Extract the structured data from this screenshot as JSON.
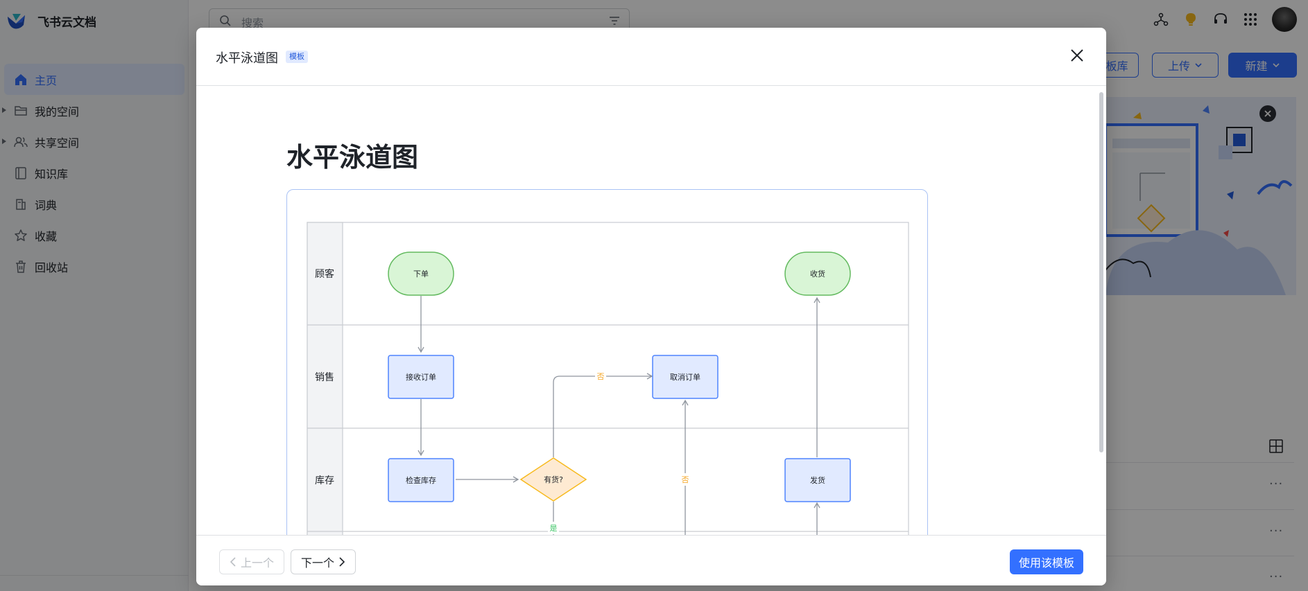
{
  "app": {
    "brand_name": "飞书云文档",
    "search_placeholder": "搜索",
    "nav": [
      {
        "label": "主页",
        "icon": "home-icon",
        "active": true
      },
      {
        "label": "我的空间",
        "icon": "folder-icon"
      },
      {
        "label": "共享空间",
        "icon": "people-icon"
      },
      {
        "label": "知识库",
        "icon": "book-icon"
      },
      {
        "label": "词典",
        "icon": "dictionary-icon"
      },
      {
        "label": "收藏",
        "icon": "star-icon"
      },
      {
        "label": "回收站",
        "icon": "trash-icon"
      }
    ],
    "actions": {
      "template_lib_partial": "板库",
      "upload": "上传",
      "new": "新建"
    },
    "row_more": "···"
  },
  "modal": {
    "title": "水平泳道图",
    "tag": "模板",
    "doc_title": "水平泳道图",
    "prev_label": "上一个",
    "next_label": "下一个",
    "use_label": "使用该模板",
    "diagram": {
      "lanes": [
        "顾客",
        "销售",
        "库存"
      ],
      "nodes": {
        "order": "下单",
        "receive": "收货",
        "accept_order": "接收订单",
        "cancel_order": "取消订单",
        "check_stock": "检查库存",
        "in_stock": "有货?",
        "ship": "发货"
      },
      "edge_labels": {
        "no_top": "否",
        "no_mid": "否",
        "yes": "是"
      }
    }
  },
  "colors": {
    "accent": "#3370ff",
    "terminal_fill": "#d9f5d6",
    "terminal_stroke": "#63ba5f",
    "process_fill": "#e1eaff",
    "process_stroke": "#4e83fd",
    "decision_fill": "#feead2",
    "decision_stroke": "#f7ba1e",
    "no_label": "#f5a623",
    "yes_label": "#3dc466"
  }
}
